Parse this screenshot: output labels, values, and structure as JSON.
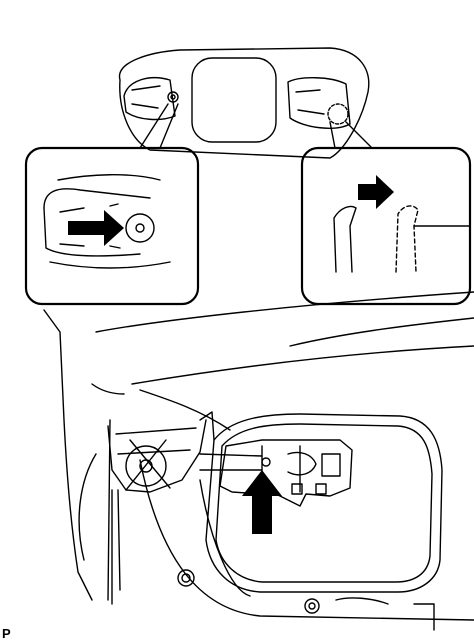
{
  "figure": {
    "corner_label": "P",
    "callouts": [
      {
        "name": "left-detail",
        "content": "arrow-pointing-right-at-clip"
      },
      {
        "name": "right-detail",
        "content": "arrow-showing-clip-release-direction"
      }
    ],
    "colors": {
      "line": "#000000",
      "background": "#ffffff"
    }
  }
}
